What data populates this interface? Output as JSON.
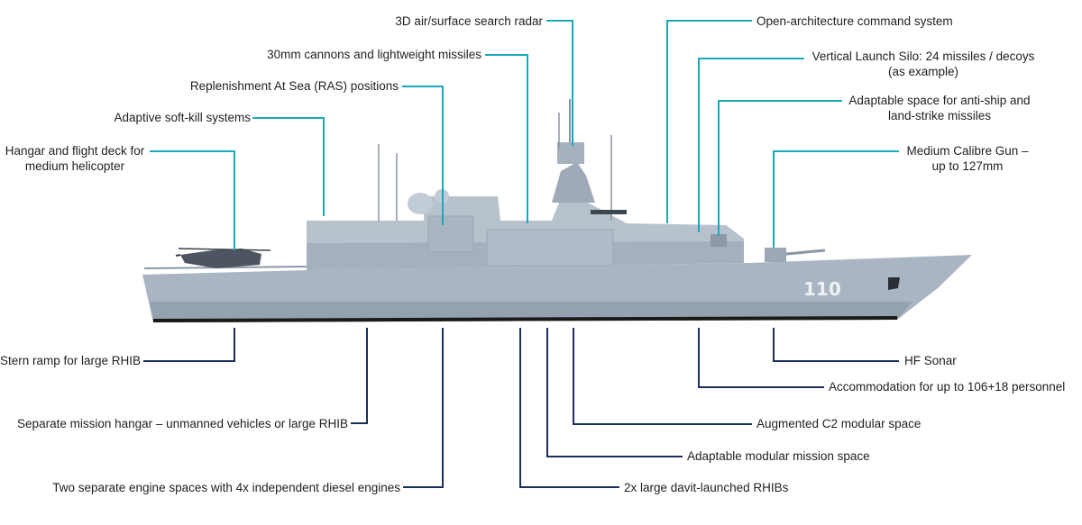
{
  "colors": {
    "upper_leader": "#1ba8bd",
    "lower_leader": "#1b2f5a",
    "hull_light": "#aab6c3",
    "hull_dark": "#8c99a7",
    "waterline": "#1a1a1a"
  },
  "ship": {
    "hull_number": "110"
  },
  "labels": {
    "radar": [
      "3D air/surface search radar"
    ],
    "cannons": [
      "30mm cannons and lightweight missiles"
    ],
    "ras": [
      "Replenishment At Sea (RAS) positions"
    ],
    "softkill": [
      "Adaptive soft-kill systems"
    ],
    "hangar": [
      "Hangar and flight deck for",
      "medium helicopter"
    ],
    "command": [
      "Open-architecture command system"
    ],
    "vls": [
      "Vertical Launch Silo:  24 missiles / decoys",
      "(as example)"
    ],
    "antiship": [
      "Adaptable space for anti-ship and",
      "land-strike missiles"
    ],
    "gun": [
      "Medium Calibre Gun –",
      "up to 127mm"
    ],
    "stern": [
      "Stern ramp for large RHIB"
    ],
    "mission_hangar": [
      "Separate mission hangar – unmanned vehicles or large RHIB"
    ],
    "engines": [
      "Two separate engine spaces with 4x independent diesel engines"
    ],
    "sonar": [
      "HF Sonar"
    ],
    "accommodation": [
      "Accommodation for up to 106+18 personnel"
    ],
    "c2": [
      "Augmented C2 modular space"
    ],
    "modular": [
      "Adaptable modular mission space"
    ],
    "davit": [
      "2x large davit-launched RHIBs"
    ]
  }
}
